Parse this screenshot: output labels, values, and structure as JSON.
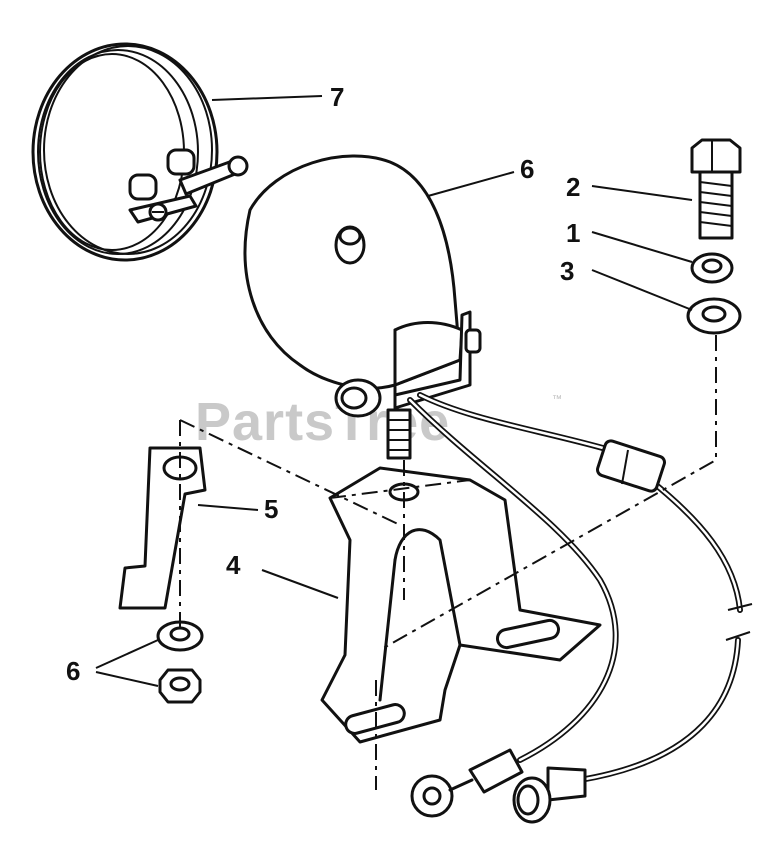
{
  "diagram": {
    "watermark": "PartsTree",
    "watermark_mark": "™",
    "callouts": [
      {
        "id": "callout-7",
        "label": "7"
      },
      {
        "id": "callout-6-lamp",
        "label": "6"
      },
      {
        "id": "callout-2",
        "label": "2"
      },
      {
        "id": "callout-1",
        "label": "1"
      },
      {
        "id": "callout-3",
        "label": "3"
      },
      {
        "id": "callout-5",
        "label": "5"
      },
      {
        "id": "callout-4",
        "label": "4"
      },
      {
        "id": "callout-6-nuts",
        "label": "6"
      }
    ]
  }
}
